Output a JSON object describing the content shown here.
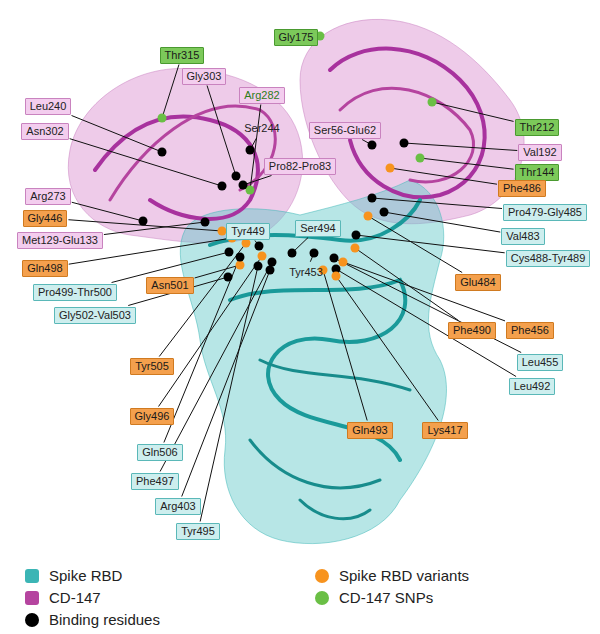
{
  "diagram": {
    "nodes": [
      {
        "text": [
          "Gly175"
        ]
      },
      {
        "text": [
          "Thr315"
        ]
      },
      {
        "text": [
          "Gly303"
        ]
      },
      {
        "text": [
          "Arg282"
        ]
      },
      {
        "text": [
          "Leu240"
        ]
      },
      {
        "text": [
          "Thr212"
        ]
      },
      {
        "text": [
          "Ser56-Glu62"
        ]
      },
      {
        "text": [
          "Asn302"
        ]
      },
      {
        "text": [
          "Val192"
        ]
      },
      {
        "text": [
          "Pro82-Pro83"
        ]
      },
      {
        "text": [
          "Thr144"
        ]
      },
      {
        "text": [
          "Phe486"
        ]
      },
      {
        "text": [
          "Arg273"
        ]
      },
      {
        "text": [
          "Pro479-Gly485"
        ]
      },
      {
        "text": [
          "Gly446"
        ]
      },
      {
        "text": [
          "Ser494"
        ]
      },
      {
        "text": [
          "Tyr449"
        ]
      },
      {
        "text": [
          "Val483"
        ]
      },
      {
        "text": [
          "Met129-Glu133"
        ]
      },
      {
        "text": [
          "Cys488-Tyr489"
        ]
      },
      {
        "text": [
          "Gln498"
        ]
      },
      {
        "text": [
          "Glu484"
        ]
      },
      {
        "text": [
          "Asn501"
        ]
      },
      {
        "text": [
          "Pro499-Thr500"
        ]
      },
      {
        "text": [
          "Gly502-Val503"
        ]
      },
      {
        "text": [
          "Phe490"
        ]
      },
      {
        "text": [
          "Phe456"
        ]
      },
      {
        "text": [
          "Leu455"
        ]
      },
      {
        "text": [
          "Tyr505"
        ]
      },
      {
        "text": [
          "Leu492"
        ]
      },
      {
        "text": [
          "Gly496"
        ]
      },
      {
        "text": [
          "Gln493"
        ]
      },
      {
        "text": [
          "Lys417"
        ]
      },
      {
        "text": [
          "Gln506"
        ]
      },
      {
        "text": [
          "Phe497"
        ]
      },
      {
        "text": [
          "Arg403"
        ]
      },
      {
        "text": [
          "Tyr495"
        ]
      }
    ],
    "labels": [
      "Ser244",
      "Tyr453"
    ],
    "legend": [
      {
        "text": "Spike RBD",
        "color": "#3bb5b5"
      },
      {
        "text": "CD-147",
        "color": "#b5449f"
      },
      {
        "text": "Binding residues",
        "color": "#000000"
      },
      {
        "text": "Spike RBD variants",
        "color": "#f7931e"
      },
      {
        "text": "CD-147 SNPs",
        "color": "#6abf45"
      }
    ]
  }
}
